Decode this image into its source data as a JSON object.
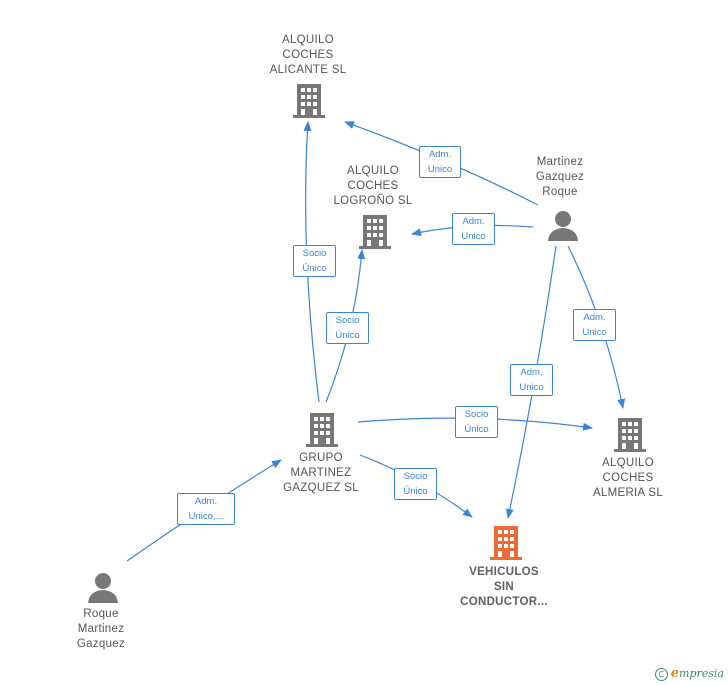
{
  "colors": {
    "edge": "#3b85d4",
    "building": "#777777",
    "focus": "#ee6a34",
    "person": "#777777"
  },
  "nodes": {
    "alicante": {
      "label": "ALQUILO\nCOCHES\nALICANTE  SL",
      "type": "company"
    },
    "logrono": {
      "label": "ALQUILO\nCOCHES\nLOGROÑO  SL",
      "type": "company"
    },
    "mgroque": {
      "label": "Martinez\nGazquez\nRoque",
      "type": "person"
    },
    "grupo": {
      "label": "GRUPO\nMARTINEZ\nGAZQUEZ  SL",
      "type": "company"
    },
    "almeria": {
      "label": "ALQUILO\nCOCHES\nALMERIA  SL",
      "type": "company"
    },
    "vehiculos": {
      "label": "VEHICULOS\nSIN\nCONDUCTOR...",
      "type": "company-focus"
    },
    "roque": {
      "label": "Roque\nMartinez\nGazquez",
      "type": "person"
    }
  },
  "edges": [
    {
      "id": "e1",
      "from": "mgroque",
      "to": "alicante",
      "label": "Adm.\nUnico"
    },
    {
      "id": "e2",
      "from": "mgroque",
      "to": "logrono",
      "label": "Adm.\nUnico"
    },
    {
      "id": "e3",
      "from": "grupo",
      "to": "alicante",
      "label": "Socio\nÚnico"
    },
    {
      "id": "e4",
      "from": "grupo",
      "to": "logrono",
      "label": "Socio\nÚnico"
    },
    {
      "id": "e5",
      "from": "mgroque",
      "to": "almeria",
      "label": "Adm.\nUnico"
    },
    {
      "id": "e6",
      "from": "mgroque",
      "to": "vehiculos",
      "label": "Adm.\nUnico"
    },
    {
      "id": "e7",
      "from": "grupo",
      "to": "almeria",
      "label": "Socio\nÚnico"
    },
    {
      "id": "e8",
      "from": "grupo",
      "to": "vehiculos",
      "label": "Socio\nÚnico"
    },
    {
      "id": "e9",
      "from": "roque",
      "to": "grupo",
      "label": "Adm.\nUnico,..."
    }
  ],
  "copyright": {
    "symbol": "C",
    "brand_initial": "e",
    "brand_rest": "mpresia"
  }
}
